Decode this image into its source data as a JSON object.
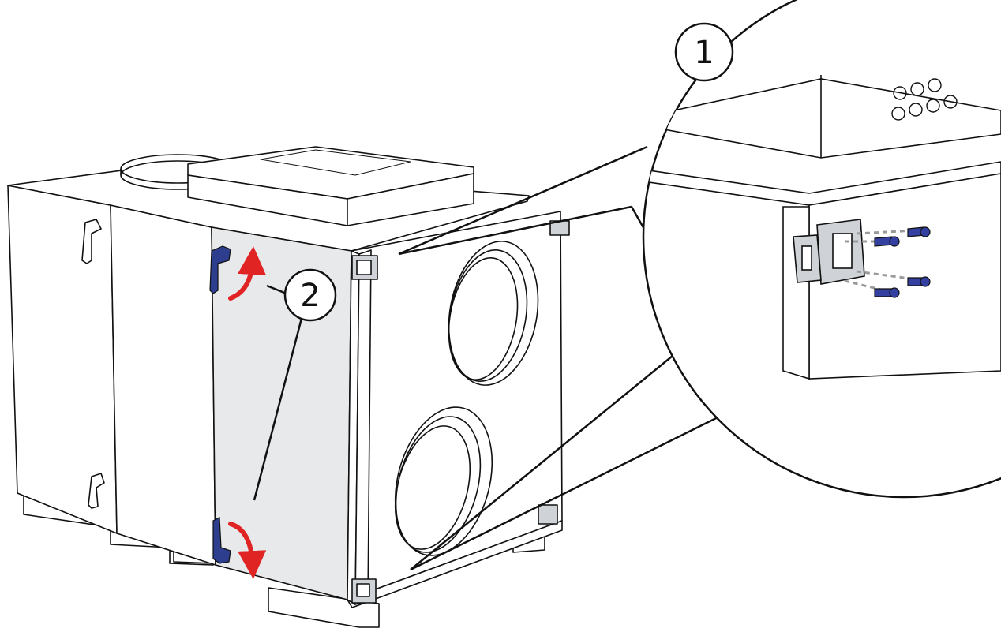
{
  "callouts": [
    {
      "id": "1",
      "label": "1"
    },
    {
      "id": "2",
      "label": "2"
    }
  ],
  "colors": {
    "outline": "#111111",
    "panel_face": "#ffffff",
    "door_fill": "#e8e9ea",
    "handle": "#2d3e8f",
    "arrow": "#e02424",
    "hinge": "#cfd2d6",
    "screw": "#3340a0",
    "dashed": "#9a9a9a"
  },
  "icons": [
    "rotate-arrow-icon",
    "screw-icon",
    "hinge-icon",
    "door-handle-icon"
  ]
}
